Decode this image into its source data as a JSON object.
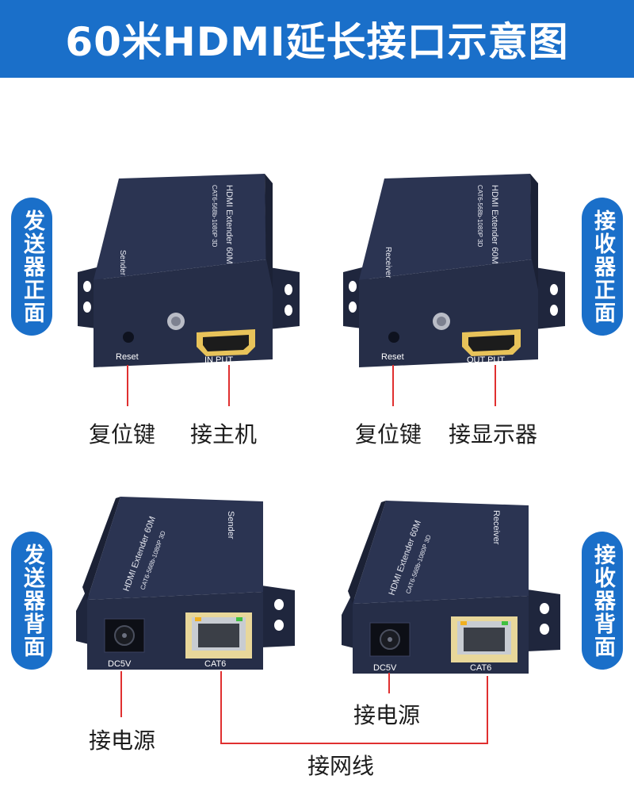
{
  "title": "60米HDMI延长接口示意图",
  "side_labels": {
    "sender_front": "发送器正面",
    "receiver_front": "接收器正面",
    "sender_back": "发送器背面",
    "receiver_back": "接收器背面"
  },
  "devices": {
    "sender_front": {
      "model": "HDMI Extender  60M",
      "spec": "CAT6-568b-1080P 3D",
      "role": "Sender",
      "left_port": "Reset",
      "right_port": "IN PUT"
    },
    "receiver_front": {
      "model": "HDMI Extender  60M",
      "spec": "CAT6-568b-1080P 3D",
      "role": "Receiver",
      "left_port": "Reset",
      "right_port": "OUT PUT"
    },
    "sender_back": {
      "model": "HDMI Extender  60M",
      "spec": "CAT6-568b-1080P 3D",
      "role": "Sender",
      "left_port": "DC5V",
      "right_port": "CAT6"
    },
    "receiver_back": {
      "model": "HDMI Extender  60M",
      "spec": "CAT6-568b-1080P 3D",
      "role": "Receiver",
      "left_port": "DC5V",
      "right_port": "CAT6"
    }
  },
  "callouts": {
    "sender_reset": "复位键",
    "sender_host": "接主机",
    "receiver_reset": "复位键",
    "receiver_display": "接显示器",
    "sender_power": "接电源",
    "receiver_power": "接电源",
    "network_cable": "接网线"
  },
  "colors": {
    "header": "#1a6fc9",
    "device_body": "#262e48",
    "lead_line": "#e03030"
  }
}
